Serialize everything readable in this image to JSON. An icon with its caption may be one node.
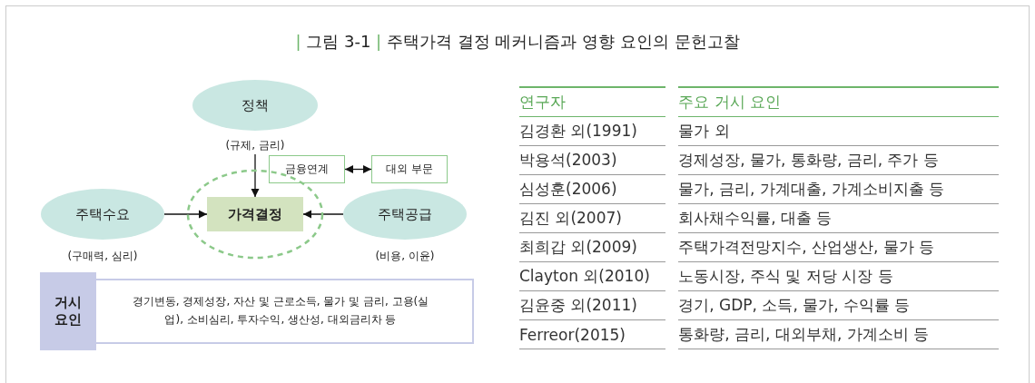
{
  "diagram": {
    "title": "| 그림 3-1 | 주택가격 결정 메커니즘과 영향 요인의 문헌고찰",
    "nodes": [
      {
        "text": [
          "정책"
        ],
        "beside": [
          "(규제, 금리)"
        ]
      },
      {
        "text": [
          "금융연계"
        ]
      },
      {
        "text": [
          "대외 부문"
        ]
      },
      {
        "text": [],
        "shape": "circle"
      },
      {
        "text": [
          "가격결정"
        ],
        "in": 3
      },
      {
        "text": [
          "주택수요"
        ],
        "beside": [
          "(구매력, 심리)"
        ]
      },
      {
        "text": [
          "주택공급"
        ],
        "beside": [
          "(비용, 이윤)"
        ]
      },
      {
        "text": [
          "거시 요인",
          "경기변동, 경제성장, 자산 및 근로소득, 물가 및 금리, 고용(실업), 소비심리, 투자수익, 생산성, 대외금리차 등"
        ]
      }
    ],
    "edges": [
      {
        "from": 0,
        "to": 4,
        "arrow": "to"
      },
      {
        "from": 1,
        "to": 2,
        "arrow": "both"
      },
      {
        "from": 5,
        "to": 4,
        "arrow": "to"
      },
      {
        "from": 6,
        "to": 4,
        "arrow": "to"
      }
    ],
    "labels": [
      "연구자",
      "주요 거시 요인",
      "김경환 외(1991)",
      "물가 외",
      "박용석(2003)",
      "경제성장, 물가, 통화량, 금리, 주가 등",
      "심성훈(2006)",
      "물가, 금리, 가계대출, 가계소비지출 등",
      "김진 외(2007)",
      "회사채수익률, 대출 등",
      "최희갑 외(2009)",
      "주택가격전망지수, 산업생산, 물가 등",
      "Clayton 외(2010)",
      "노동시장, 주식 및 저당 시장 등",
      "김윤중 외(2011)",
      "경기, GDP, 소득, 물가, 수익률 등",
      "Ferreor(2015)",
      "통화량, 금리, 대외부채, 가계소비 등"
    ]
  }
}
